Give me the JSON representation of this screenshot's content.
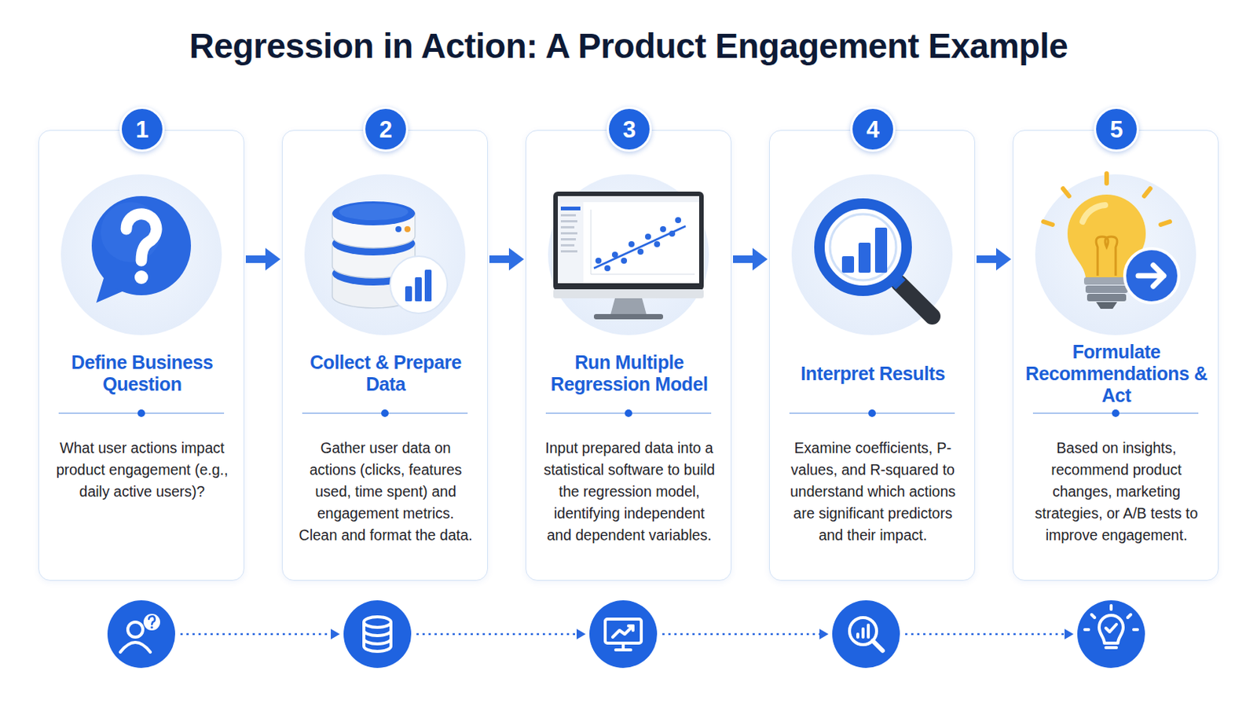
{
  "diagram": {
    "title": "Regression in Action: A Product Engagement Example",
    "nodes": [
      {
        "text": [
          "Define Business Question",
          "What user actions impact product engagement (e.g., daily active users)?"
        ]
      },
      {
        "text": [
          "1"
        ],
        "in": 0
      },
      {
        "text": [
          "Collect & Prepare Data",
          "Gather user data on actions (clicks, features used, time spent) and engagement metrics. Clean and format the data."
        ]
      },
      {
        "text": [
          "2"
        ],
        "in": 2
      },
      {
        "text": [
          "Run Multiple Regression Model",
          "Input prepared data into a statistical software to build the regression model, identifying independent and dependent variables."
        ]
      },
      {
        "text": [
          "3"
        ],
        "in": 4
      },
      {
        "text": [
          "Interpret Results",
          "Examine coefficients, P-values, and R-squared to understand which actions are significant predictors and their impact."
        ]
      },
      {
        "text": [
          "4"
        ],
        "in": 6
      },
      {
        "text": [
          "Formulate Recommendations & Act",
          "Based on insights, recommend product changes, marketing strategies, or A/B tests to improve engagement."
        ]
      },
      {
        "text": [
          "5"
        ],
        "in": 8
      }
    ],
    "edges": [
      {
        "from": 0,
        "to": 2,
        "arrow": "to"
      },
      {
        "from": 2,
        "to": 4,
        "arrow": "to"
      },
      {
        "from": 4,
        "to": 6,
        "arrow": "to"
      },
      {
        "from": 6,
        "to": 8,
        "arrow": "to"
      }
    ]
  }
}
